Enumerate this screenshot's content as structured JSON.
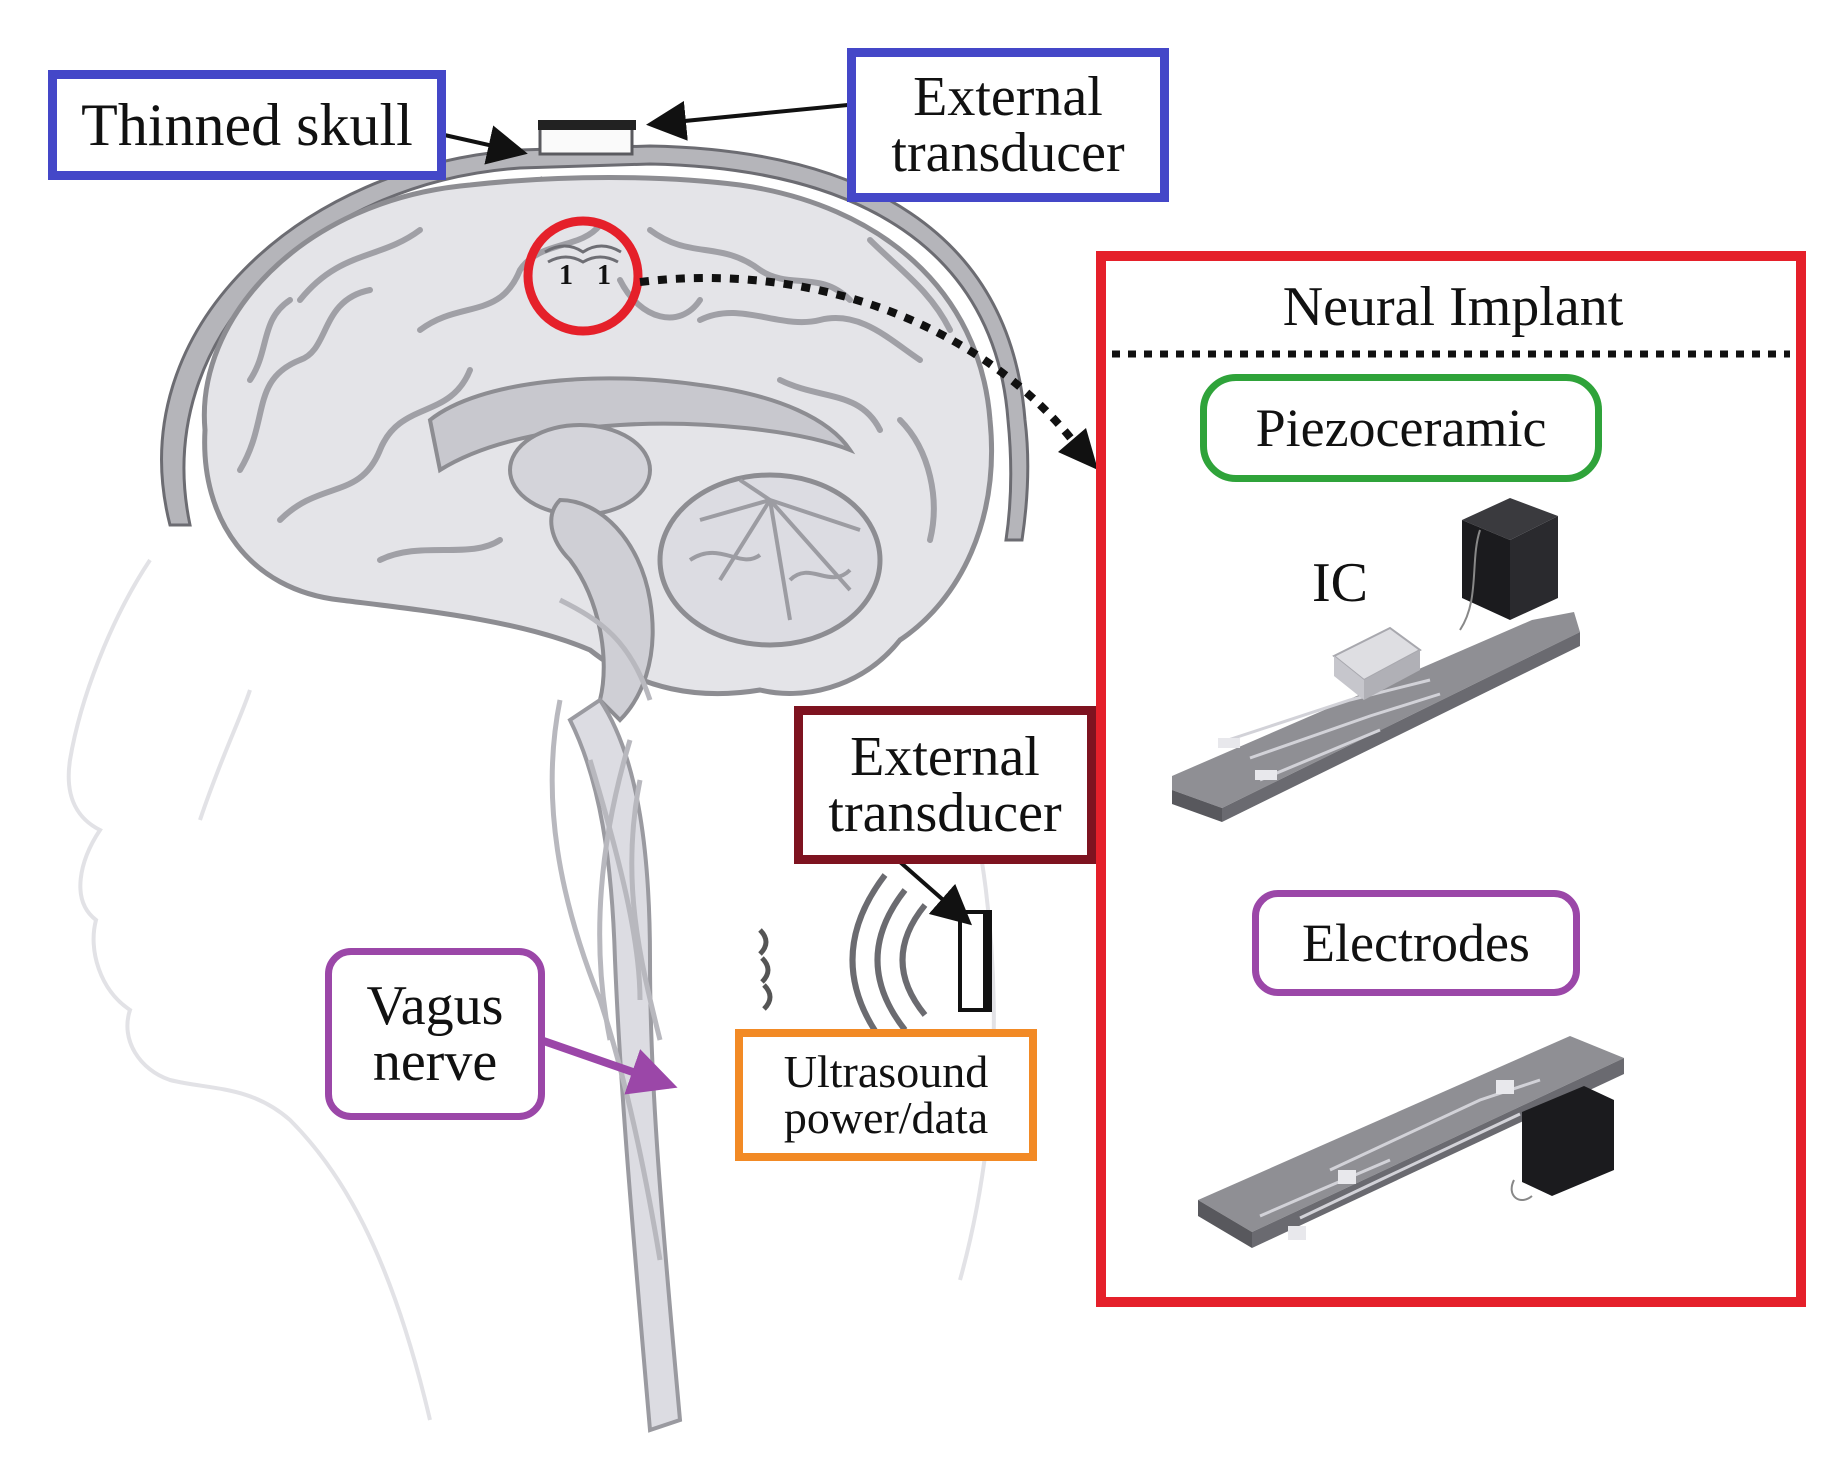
{
  "labels": {
    "thinned_skull": "Thinned skull",
    "external_transducer_top": "External\ntransducer",
    "external_transducer_neck": "External\ntransducer",
    "neural_implant": "Neural Implant",
    "piezoceramic": "Piezoceramic",
    "ic": "IC",
    "electrodes": "Electrodes",
    "vagus_nerve": "Vagus\nnerve",
    "ultrasound": "Ultrasound\npower/data"
  },
  "implant_marks": {
    "left": "1",
    "right": "1"
  },
  "colors": {
    "blue_box": "#4447c8",
    "red_box": "#e5202a",
    "maroon_box": "#7e1320",
    "purple_box": "#9b47a8",
    "green_box": "#2fa33a",
    "orange_box": "#f28a25",
    "brain_fill": "#e4e4e8",
    "brain_line": "#8d8d92",
    "skull_fill": "#b5b5ba"
  }
}
